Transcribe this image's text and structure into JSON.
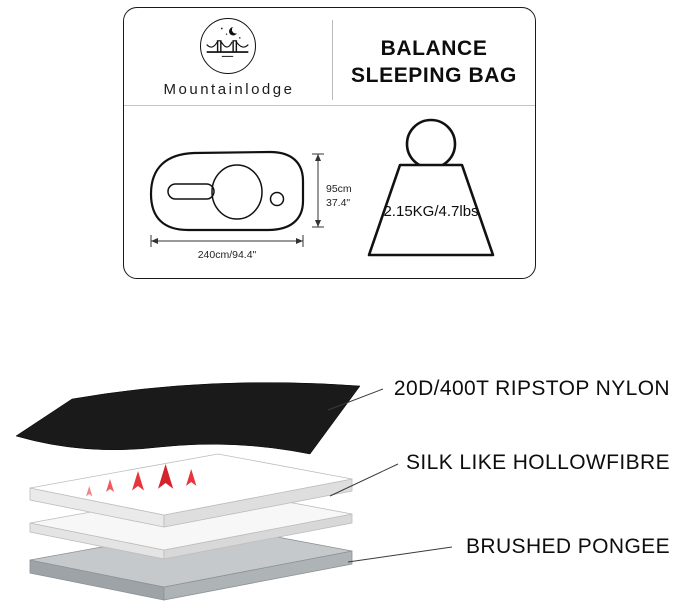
{
  "brand": {
    "name": "Mountainlodge"
  },
  "header": {
    "title_line1": "BALANCE",
    "title_line2": "SLEEPING BAG"
  },
  "size_diagram": {
    "length_label": "240cm/94.4\"",
    "girth_label_cm": "95cm",
    "girth_label_in": "37.4\""
  },
  "weight_badge": {
    "label": "2.15KG/4.7lbs"
  },
  "material_layers": [
    {
      "label": "20D/400T RIPSTOP NYLON",
      "color": "#1a1a1a"
    },
    {
      "label": "SILK LIKE HOLLOWFIBRE",
      "color": "#ffffff"
    },
    {
      "label": "BRUSHED PONGEE",
      "color": "#c5c9cc"
    }
  ],
  "colors": {
    "outline": "#111111",
    "arrow_accent": "#e0343c"
  }
}
